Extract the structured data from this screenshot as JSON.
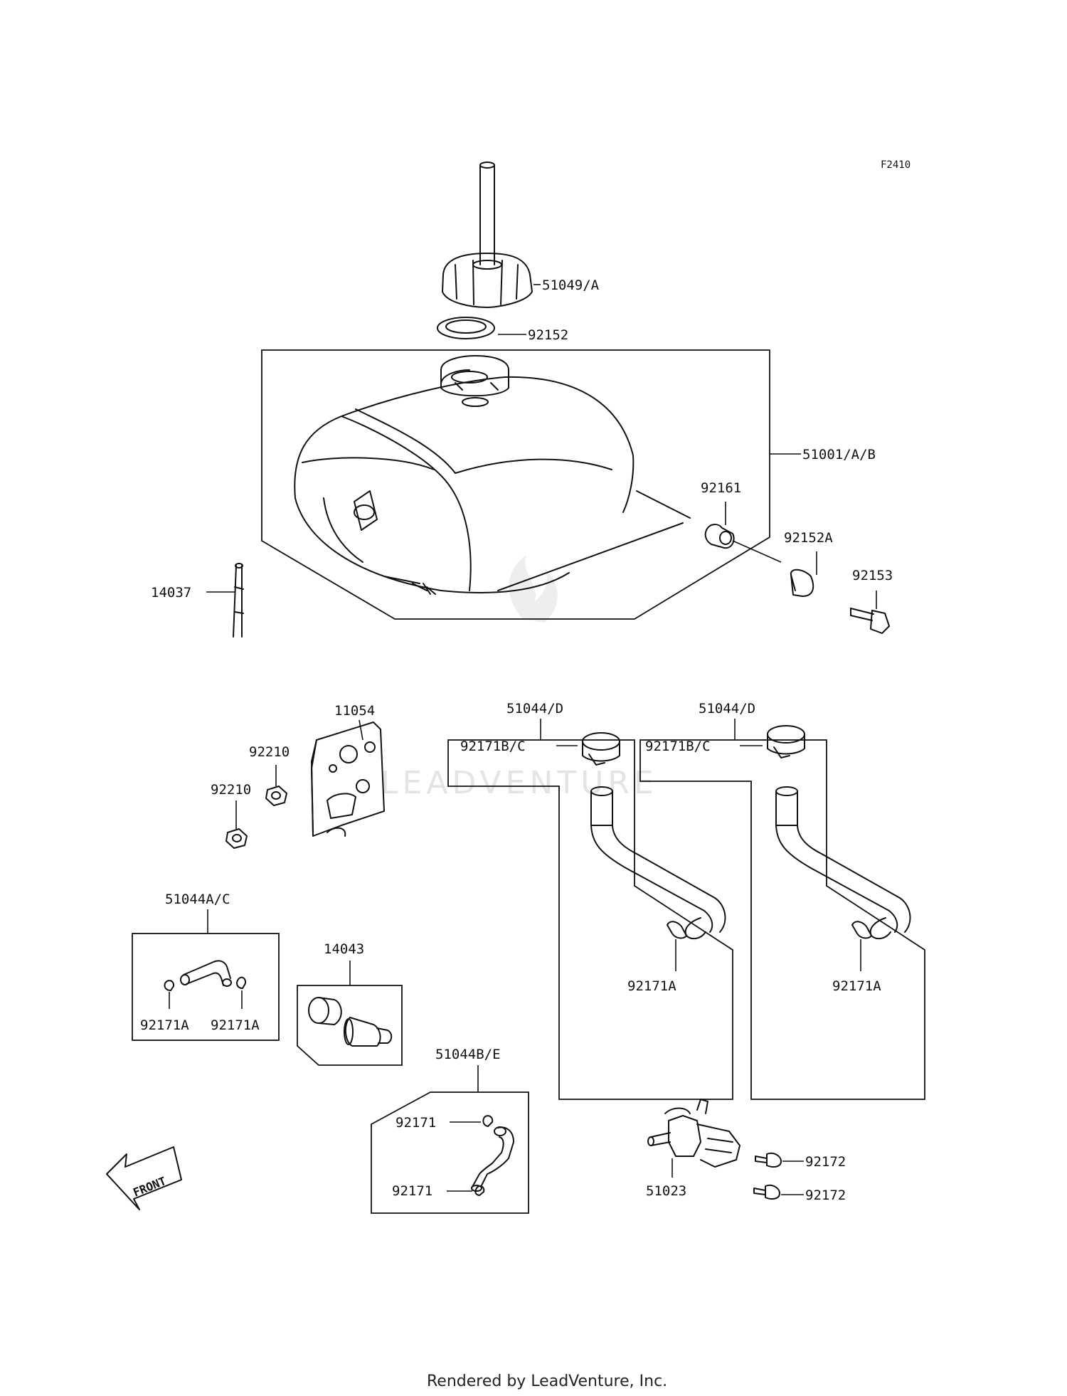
{
  "diagram_code": "F2410",
  "watermark": "LEADVENTURE",
  "footer": "Rendered by LeadVenture, Inc.",
  "front_label": "FRONT",
  "callouts": {
    "cap": "51049/A",
    "cap_gasket": "92152",
    "fuel_tank": "51001/A/B",
    "tank_cushion": "92161",
    "washer": "92152A",
    "bolt": "92153",
    "breather_tube": "14037",
    "bracket": "11054",
    "nut_upper": "92210",
    "nut_lower": "92210",
    "hose_left_kit": "51044/D",
    "clamp_left": "92171B/C",
    "clip_left": "92171A",
    "hose_right_kit": "51044/D",
    "clamp_right": "92171B/C",
    "clip_right": "92171A",
    "small_hose_kit": "51044A/C",
    "small_hose_clip_a": "92171A",
    "small_hose_clip_b": "92171A",
    "fuel_filter_kit": "14043",
    "hose_kit_be": "51044B/E",
    "hose_be_clip_upper": "92171",
    "hose_be_clip_lower": "92171",
    "fuel_cock": "51023",
    "screw_upper": "92172",
    "screw_lower": "92172"
  }
}
